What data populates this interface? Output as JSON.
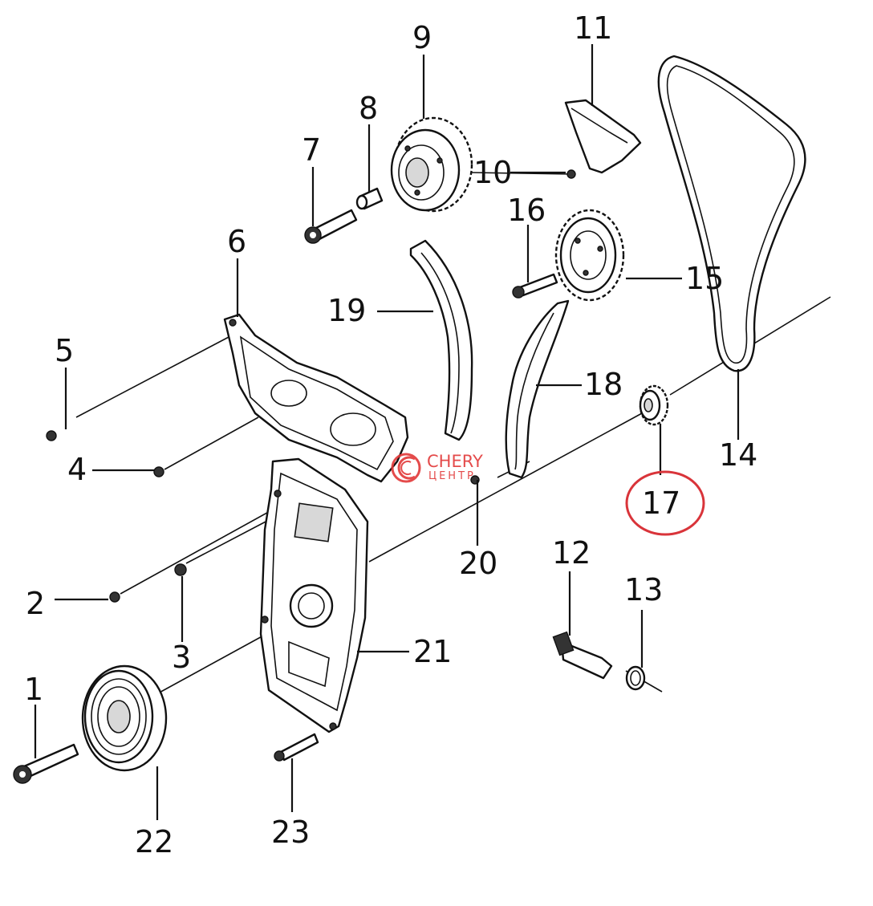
{
  "diagram": {
    "callouts": {
      "c1": "1",
      "c2": "2",
      "c3": "3",
      "c4": "4",
      "c5": "5",
      "c6": "6",
      "c7": "7",
      "c8": "8",
      "c9": "9",
      "c10": "10",
      "c11": "11",
      "c12": "12",
      "c13": "13",
      "c14": "14",
      "c15": "15",
      "c16": "16",
      "c17": "17",
      "c18": "18",
      "c19": "19",
      "c20": "20",
      "c21": "21",
      "c22": "22",
      "c23": "23"
    },
    "highlighted_callout": "17",
    "highlight_color": "#d9343a"
  },
  "watermark": {
    "brand": "CHERY",
    "sub": "ЦЕНТР",
    "color": "#e23838"
  }
}
